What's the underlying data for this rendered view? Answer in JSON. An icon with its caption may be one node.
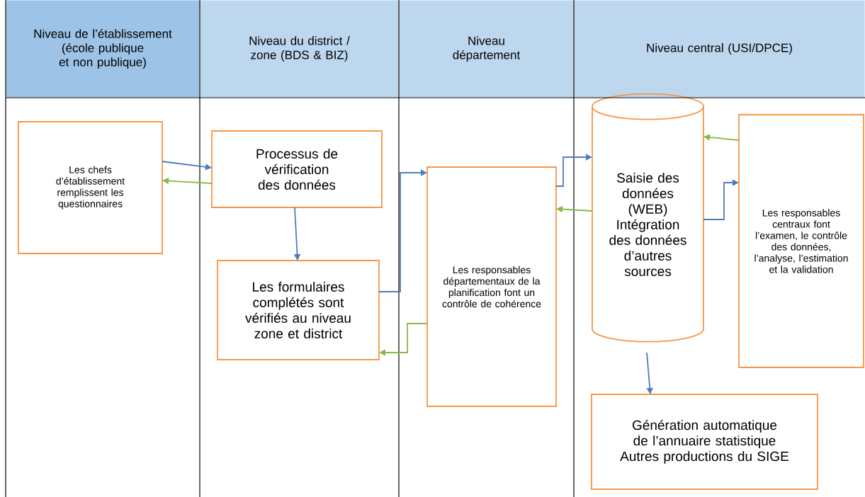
{
  "diagram": {
    "nodes": [
      {
        "text": [
          "Niveau de l’établissement (école publique et non publique)"
        ]
      },
      {
        "text": [
          "Niveau du district / zone (BDS & BIZ)"
        ]
      },
      {
        "text": [
          "Niveau département"
        ]
      },
      {
        "text": [
          "Niveau central (USI/DPCE)"
        ]
      },
      {
        "text": [
          "Les chefs d’établissement remplissent les questionnaires"
        ]
      },
      {
        "text": [
          "Processus de vérification des données"
        ]
      },
      {
        "text": [
          "Les formulaires complétés sont vérifiés au niveau zone et district"
        ]
      },
      {
        "text": [
          "Les responsables départementaux de la planification font un contrôle de cohérence"
        ]
      },
      {
        "text": [
          "Saisie des données (WEB) Intégration des données d’autres sources"
        ]
      },
      {
        "text": [
          "Les responsables centraux font l’examen, le contrôle des données, l’analyse, l’estimation et la validation"
        ]
      },
      {
        "text": [
          "Génération automatique de l’annuaire statistique Autres productions du SIGE"
        ]
      }
    ],
    "edges": [
      {
        "from": 4,
        "to": 5,
        "arrow": "to"
      },
      {
        "from": 5,
        "to": 4,
        "arrow": "to",
        "color": "#8cb84a"
      },
      {
        "from": 5,
        "to": 6,
        "arrow": "to"
      },
      {
        "from": 6,
        "to": 7,
        "arrow": "to"
      },
      {
        "from": 7,
        "to": 6,
        "arrow": "to",
        "color": "#8cb84a"
      },
      {
        "from": 7,
        "to": 8,
        "arrow": "to"
      },
      {
        "from": 8,
        "to": 7,
        "arrow": "to",
        "color": "#8cb84a"
      },
      {
        "from": 8,
        "to": 9,
        "arrow": "to"
      },
      {
        "from": 9,
        "to": 8,
        "arrow": "to",
        "color": "#8cb84a"
      },
      {
        "from": 8,
        "to": 10,
        "arrow": "to"
      }
    ]
  }
}
